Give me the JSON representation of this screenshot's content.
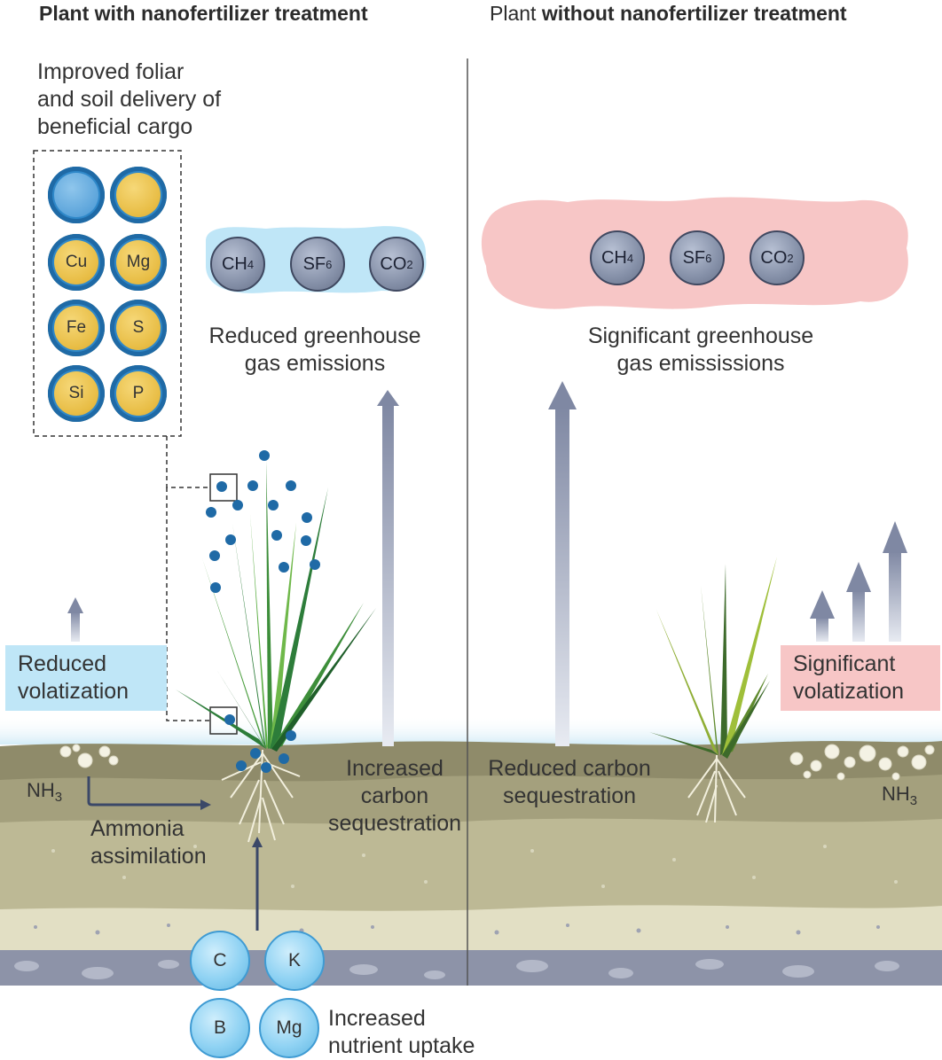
{
  "headers": {
    "left_bold_prefix": "Plant with nanofertilizer treatment",
    "right_prefix": "Plant ",
    "right_bold": "without nanofertilizer treatment"
  },
  "left": {
    "delivery_label": [
      "Improved foliar",
      "and soil delivery of",
      "beneficial cargo"
    ],
    "cargo": [
      "",
      "",
      "Cu",
      "Mg",
      "Fe",
      "S",
      "Si",
      "P"
    ],
    "gases": [
      {
        "base": "CH",
        "sub": "4"
      },
      {
        "base": "SF",
        "sub": "6"
      },
      {
        "base": "CO",
        "sub": "2"
      }
    ],
    "greenhouse_label": [
      "Reduced greenhouse",
      "gas emissions"
    ],
    "volatization_label": [
      "Reduced",
      "volatization"
    ],
    "nh3": {
      "base": "NH",
      "sub": "3"
    },
    "assimilation_label": [
      "Ammonia",
      "assimilation"
    ],
    "carbon_label": [
      "Increased",
      "carbon",
      "sequestration"
    ],
    "nutrients": [
      "C",
      "K",
      "B",
      "Mg"
    ],
    "uptake_label": [
      "Increased",
      "nutrient uptake"
    ]
  },
  "right": {
    "gases": [
      {
        "base": "CH",
        "sub": "4"
      },
      {
        "base": "SF",
        "sub": "6"
      },
      {
        "base": "CO",
        "sub": "2"
      }
    ],
    "greenhouse_label": [
      "Significant greenhouse",
      "gas emississions"
    ],
    "volatization_label": [
      "Significant",
      "volatization"
    ],
    "nh3": {
      "base": "NH",
      "sub": "3"
    },
    "carbon_label": [
      "Reduced carbon",
      "sequestration"
    ]
  },
  "colors": {
    "reduced_highlight": "#bfe6f7",
    "significant_highlight": "#f7c6c6",
    "soil_top": "#8f8b6a",
    "soil_mid": "#b9b691",
    "soil_light": "#e2dfc4",
    "rock": "#8d93a8",
    "leaf_dark": "#2d7d3a",
    "leaf_light": "#6fb84a",
    "nanoparticle": "#1f6aa6"
  }
}
